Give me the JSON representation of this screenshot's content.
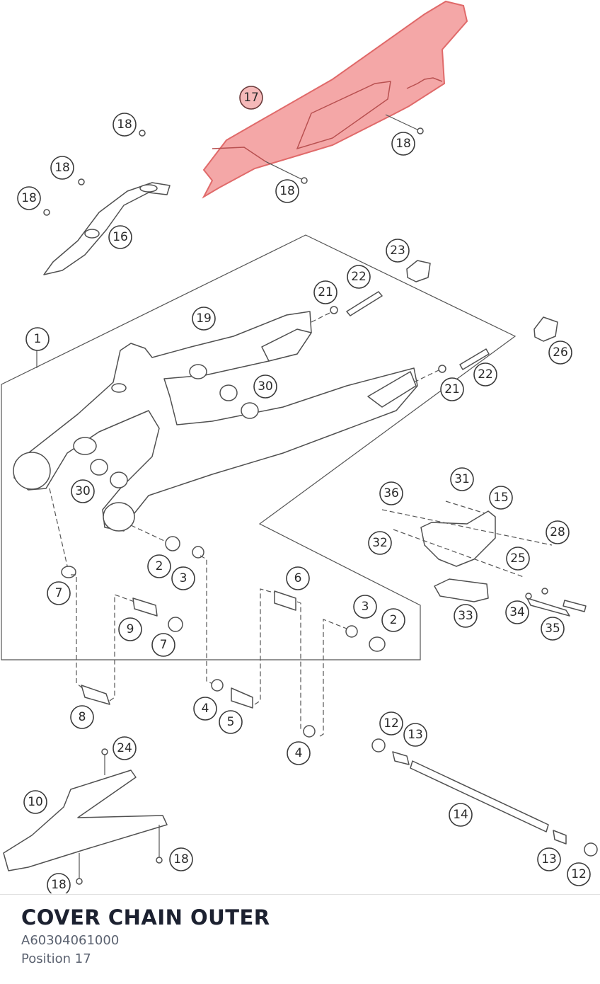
{
  "part": {
    "name": "COVER CHAIN OUTER",
    "number": "A60304061000",
    "position": "Position 17"
  },
  "colors": {
    "highlight": "#f08a8a",
    "title": "#1c2130",
    "subtext": "#5b6270"
  },
  "highlighted_callout": "17",
  "callouts": [
    {
      "id": "c-18a",
      "label": "18"
    },
    {
      "id": "c-17",
      "label": "17"
    },
    {
      "id": "c-18b",
      "label": "18"
    },
    {
      "id": "c-18c",
      "label": "18"
    },
    {
      "id": "c-18d",
      "label": "18"
    },
    {
      "id": "c-18e",
      "label": "18"
    },
    {
      "id": "c-16",
      "label": "16"
    },
    {
      "id": "c-23",
      "label": "23"
    },
    {
      "id": "c-21a",
      "label": "21"
    },
    {
      "id": "c-22a",
      "label": "22"
    },
    {
      "id": "c-1",
      "label": "1"
    },
    {
      "id": "c-19",
      "label": "19"
    },
    {
      "id": "c-26",
      "label": "26"
    },
    {
      "id": "c-30a",
      "label": "30"
    },
    {
      "id": "c-22b",
      "label": "22"
    },
    {
      "id": "c-21b",
      "label": "21"
    },
    {
      "id": "c-31",
      "label": "31"
    },
    {
      "id": "c-30b",
      "label": "30"
    },
    {
      "id": "c-36",
      "label": "36"
    },
    {
      "id": "c-15",
      "label": "15"
    },
    {
      "id": "c-28",
      "label": "28"
    },
    {
      "id": "c-32",
      "label": "32"
    },
    {
      "id": "c-25",
      "label": "25"
    },
    {
      "id": "c-2a",
      "label": "2"
    },
    {
      "id": "c-3a",
      "label": "3"
    },
    {
      "id": "c-6",
      "label": "6"
    },
    {
      "id": "c-7a",
      "label": "7"
    },
    {
      "id": "c-9",
      "label": "9"
    },
    {
      "id": "c-7b",
      "label": "7"
    },
    {
      "id": "c-3b",
      "label": "3"
    },
    {
      "id": "c-2b",
      "label": "2"
    },
    {
      "id": "c-33",
      "label": "33"
    },
    {
      "id": "c-34",
      "label": "34"
    },
    {
      "id": "c-35",
      "label": "35"
    },
    {
      "id": "c-8",
      "label": "8"
    },
    {
      "id": "c-4a",
      "label": "4"
    },
    {
      "id": "c-5",
      "label": "5"
    },
    {
      "id": "c-4b",
      "label": "4"
    },
    {
      "id": "c-12a",
      "label": "12"
    },
    {
      "id": "c-13a",
      "label": "13"
    },
    {
      "id": "c-24",
      "label": "24"
    },
    {
      "id": "c-10",
      "label": "10"
    },
    {
      "id": "c-14",
      "label": "14"
    },
    {
      "id": "c-18f",
      "label": "18"
    },
    {
      "id": "c-13b",
      "label": "13"
    },
    {
      "id": "c-12b",
      "label": "12"
    },
    {
      "id": "c-18g",
      "label": "18"
    }
  ]
}
